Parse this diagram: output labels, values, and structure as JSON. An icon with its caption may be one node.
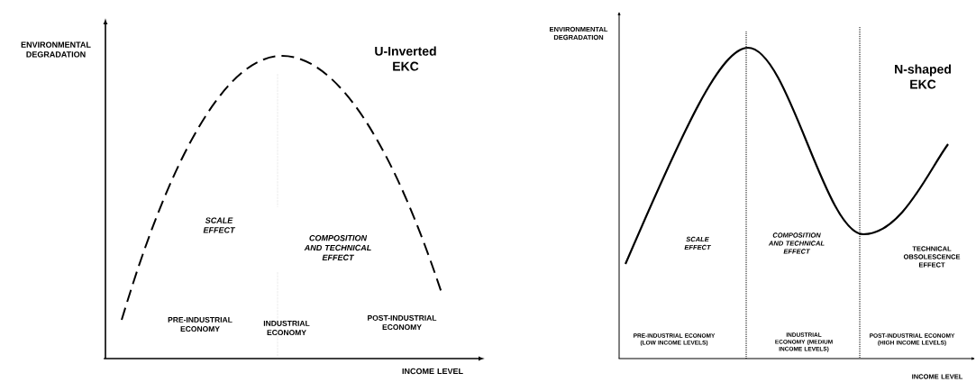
{
  "diagram": {
    "labels": [
      "ENVIRONMENTAL DEGRADATION",
      "U-Inverted EKC",
      "SCALE EFFECT",
      "COMPOSITION AND TECHNICAL EFFECT",
      "PRE-INDUSTRIAL ECONOMY",
      "INDUSTRIAL ECONOMY",
      "POST-INDUSTRIAL ECONOMY",
      "INCOME LEVEL",
      "ENVIRONMENTAL DEGRADATION",
      "N-shaped EKC",
      "SCALE EFFECT",
      "COMPOSITION AND TECHNICAL EFFECT",
      "TECHNICAL OBSOLESCENCE EFFECT",
      "PRE-INDUSTRIAL ECONOMY (LOW INCOME LEVELS)",
      "INDUSTRIAL ECONOMY (MEDIUM INCOME LEVELS)",
      "POST-INDUSTRIAL ECONOMY (HIGH INCOME LEVELS)",
      "INCOME LEVEL"
    ]
  }
}
